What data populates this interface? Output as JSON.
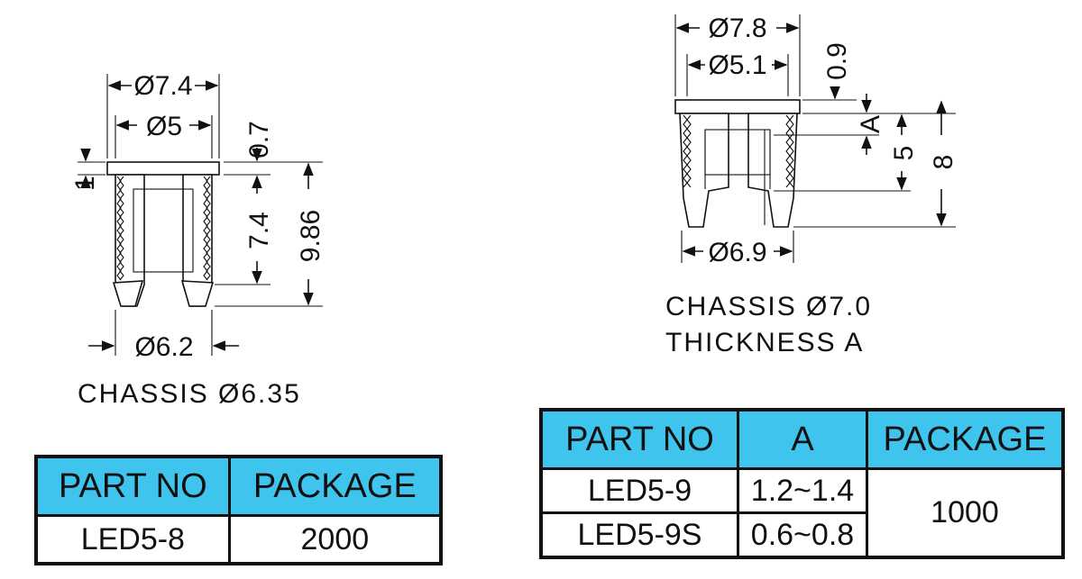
{
  "left_diagram": {
    "dims": {
      "outer_diameter": "Ø7.4",
      "inner_diameter": "Ø5",
      "flange_gap": "0.7",
      "flange_thickness": "1",
      "inner_height": "7.4",
      "total_height": "9.86",
      "bottom_diameter": "Ø6.2"
    },
    "caption": "CHASSIS  Ø6.35"
  },
  "right_diagram": {
    "dims": {
      "outer_diameter": "Ø7.8",
      "inner_diameter": "Ø5.1",
      "flange_gap": "0.9",
      "thickness": "A",
      "inner_height": "5",
      "total_height": "8",
      "bottom_diameter": "Ø6.9"
    },
    "caption_line1": "CHASSIS  Ø7.0",
    "caption_line2": "THICKNESS  A"
  },
  "table_left": {
    "headers": [
      "PART NO",
      "PACKAGE"
    ],
    "rows": [
      [
        "LED5-8",
        "2000"
      ]
    ]
  },
  "table_right": {
    "headers": [
      "PART NO",
      "A",
      "PACKAGE"
    ],
    "rows": [
      [
        "LED5-9",
        "1.2~1.4"
      ],
      [
        "LED5-9S",
        "0.6~0.8"
      ]
    ],
    "package_value": "1000"
  },
  "colors": {
    "header_fill": "#3fc4ee",
    "line": "#111111"
  }
}
